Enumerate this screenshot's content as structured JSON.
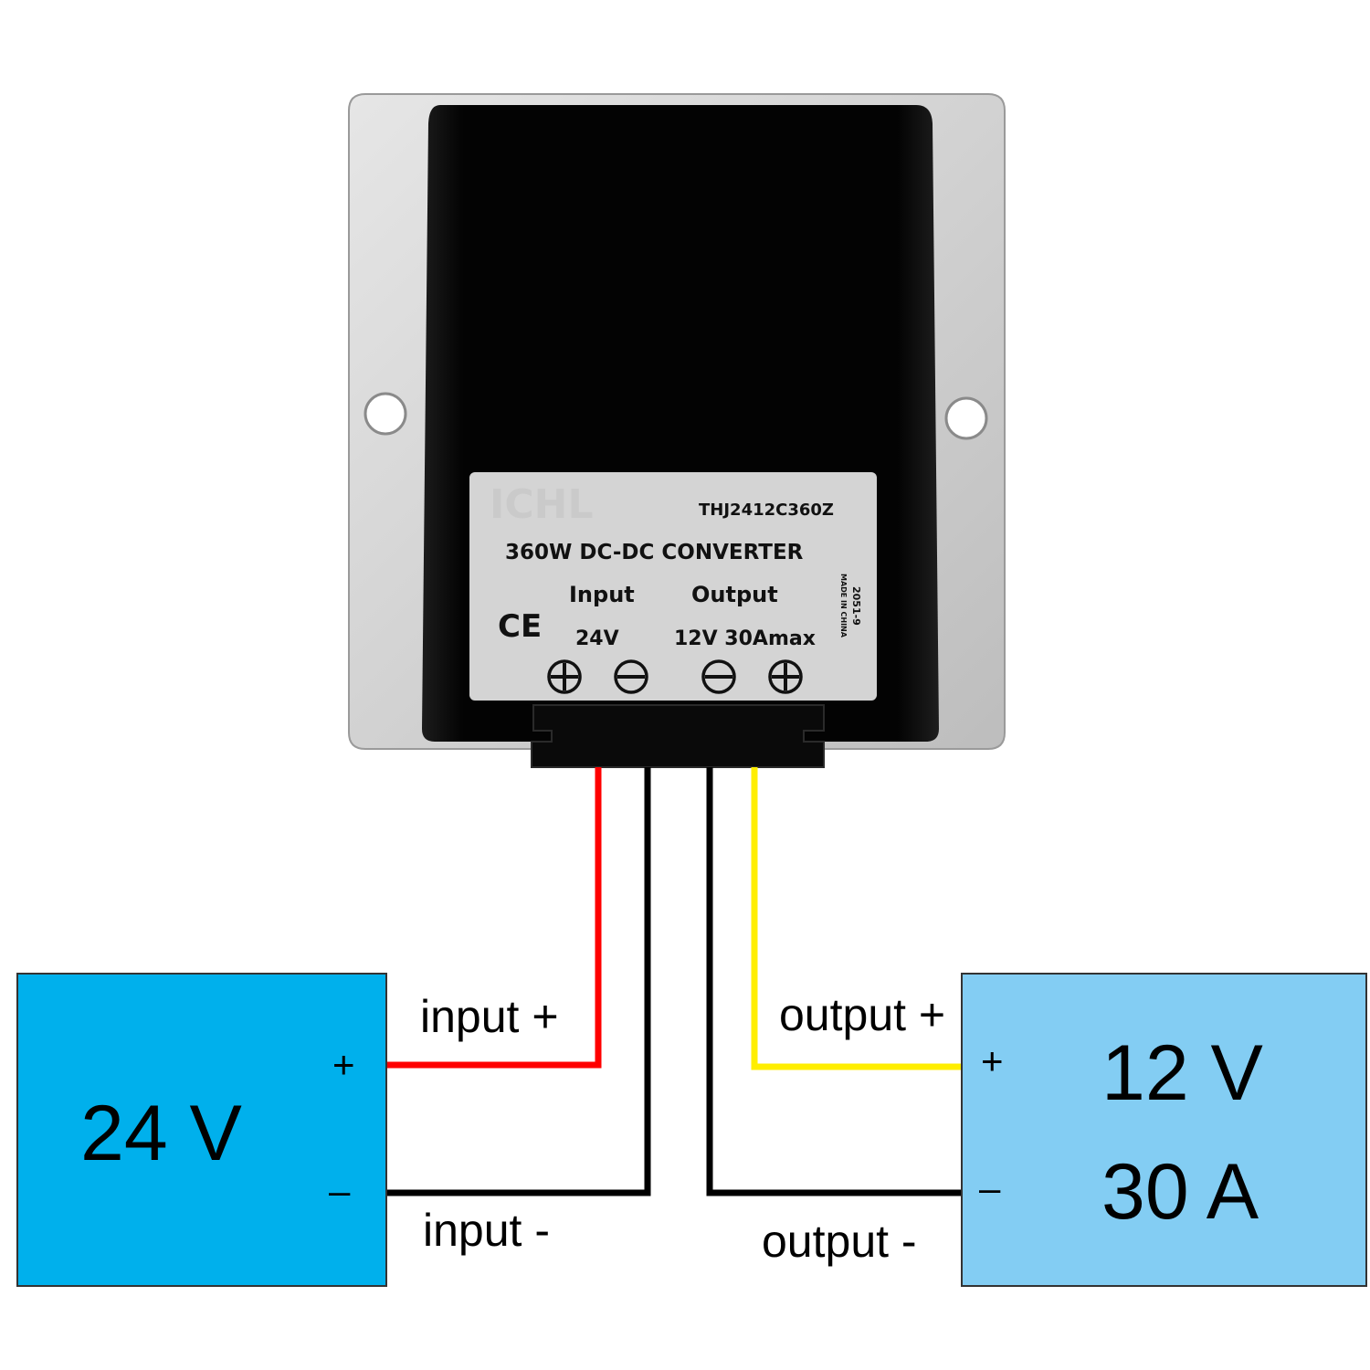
{
  "colors": {
    "bracket": "#d9d9d9",
    "body": "#050505",
    "label_sticker": "#d4d4d4",
    "source_box": "#00b0ec",
    "load_box": "#83cdf3",
    "wire_input_plus": "#ff0000",
    "wire_output_plus": "#ffee00",
    "wire_negative": "#000000"
  },
  "device": {
    "brand_logo": "ICHL",
    "model": "THJ2412C360Z",
    "title": "360W DC-DC CONVERTER",
    "input_heading": "Input",
    "output_heading": "Output",
    "input_rating": "24V",
    "output_rating": "12V 30Amax",
    "ce_mark": "CE",
    "batch": "2051-9",
    "origin": "MADE IN CHINA",
    "terminal_icons": [
      "plus-circle-icon",
      "minus-circle-icon",
      "minus-circle-icon",
      "plus-circle-icon"
    ]
  },
  "wires": {
    "input_plus_label": "input +",
    "input_minus_label": "input -",
    "output_plus_label": "output +",
    "output_minus_label": "output -"
  },
  "source": {
    "voltage": "24 V",
    "plus": "+",
    "minus": "–"
  },
  "load": {
    "voltage": "12 V",
    "current": "30 A",
    "plus": "+",
    "minus": "–"
  }
}
